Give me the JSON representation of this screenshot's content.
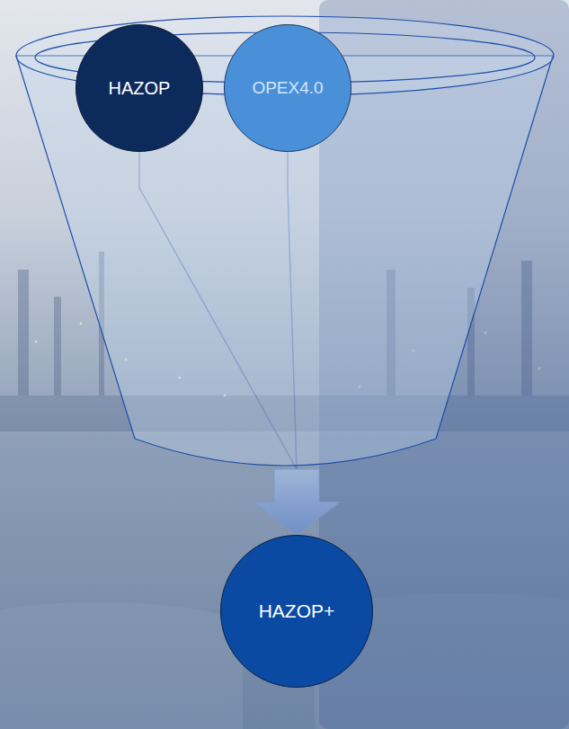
{
  "diagram": {
    "nodes": [
      {
        "text": [
          "HAZOP"
        ]
      },
      {
        "text": [
          "OPEX4.0"
        ]
      },
      {
        "text": [
          "HAZOP+"
        ]
      }
    ],
    "edges": [
      {
        "from": 0,
        "to": 2,
        "arrow": "to"
      },
      {
        "from": 1,
        "to": 2,
        "arrow": "to"
      }
    ]
  }
}
